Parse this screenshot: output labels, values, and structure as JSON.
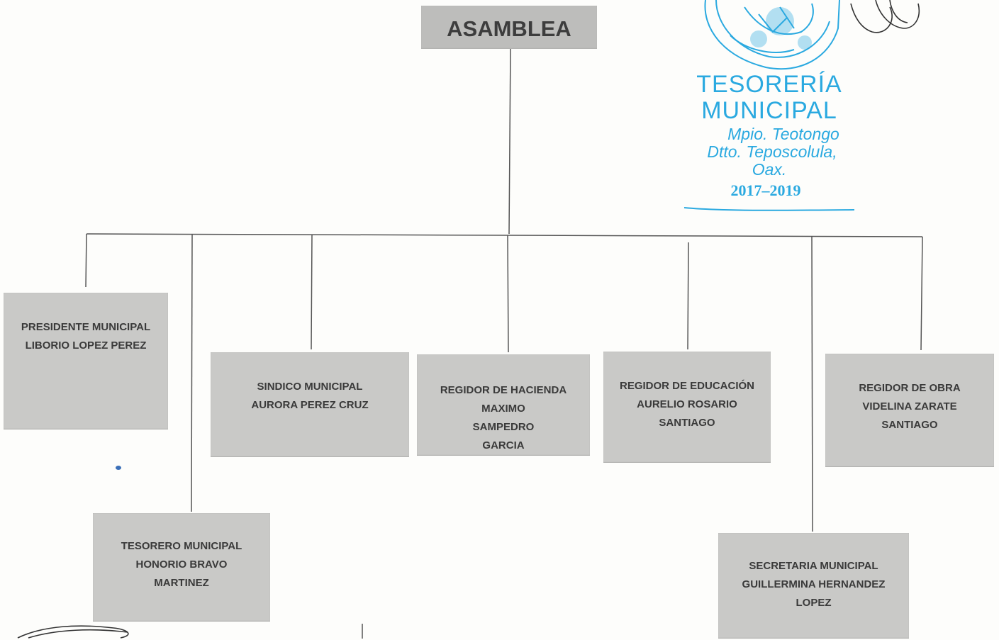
{
  "org_chart": {
    "root": {
      "label": "ASAMBLEA"
    },
    "members": [
      {
        "id": "presidente",
        "role": "PRESIDENTE MUNICIPAL",
        "name": "LIBORIO LOPEZ PEREZ"
      },
      {
        "id": "tesorero",
        "role": "TESORERO MUNICIPAL",
        "name": "HONORIO BRAVO MARTINEZ"
      },
      {
        "id": "sindico",
        "role": "SINDICO MUNICIPAL",
        "name": "AURORA PEREZ CRUZ"
      },
      {
        "id": "hacienda",
        "role": "REGIDOR DE HACIENDA",
        "name": "MAXIMO SAMPEDRO GARCIA"
      },
      {
        "id": "educacion",
        "role": "REGIDOR DE EDUCACIÓN",
        "name": "AURELIO ROSARIO SANTIAGO"
      },
      {
        "id": "obra",
        "role": "REGIDOR DE OBRA",
        "name": "VIDELINA ZARATE SANTIAGO"
      },
      {
        "id": "secretaria",
        "role": "SECRETARIA MUNICIPAL",
        "name": "GUILLERMINA HERNANDEZ LOPEZ"
      }
    ]
  },
  "stamp": {
    "line1": "TESORERÍA",
    "line2": "MUNICIPAL",
    "line3": "Mpio. Teotongo",
    "line4": "Dtto. Teposcolula,",
    "line5": "Oax.",
    "line6": "2017–2019",
    "color": "#2aa9e0"
  },
  "colors": {
    "box_fill": "#c9c9c7",
    "box_text": "#3a3a3a",
    "line": "#555555"
  }
}
